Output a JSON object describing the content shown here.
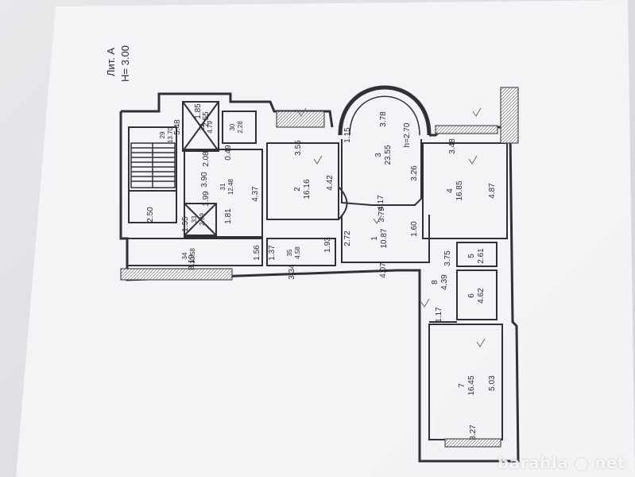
{
  "header": {
    "lit": "Лит. А",
    "height": "H= 3.00"
  },
  "rooms": [
    {
      "id": "r1",
      "num": "1",
      "area": "10.87"
    },
    {
      "id": "r2",
      "num": "2",
      "area": "16.16"
    },
    {
      "id": "r3",
      "num": "3",
      "area": "23.55",
      "h": "h=2.70"
    },
    {
      "id": "r4",
      "num": "4",
      "area": "16.85"
    },
    {
      "id": "r5",
      "num": "5",
      "area": "2.61"
    },
    {
      "id": "r6",
      "num": "6",
      "area": "4.62"
    },
    {
      "id": "r7",
      "num": "7",
      "area": "16.45"
    },
    {
      "id": "r8",
      "num": "8",
      "area": "4.39"
    },
    {
      "id": "r29",
      "num": "29",
      "area": "13.70"
    },
    {
      "id": "r30",
      "num": "30",
      "area": "2.28"
    },
    {
      "id": "r31",
      "num": "31",
      "area": "12.48"
    },
    {
      "id": "r32",
      "num": "32",
      "area": "4.79"
    },
    {
      "id": "r33",
      "num": "33",
      "area": "2.99"
    },
    {
      "id": "r34",
      "num": "34",
      "area": "10.58"
    },
    {
      "id": "r35",
      "num": "35",
      "area": "4.58"
    }
  ],
  "dimensions": [
    "3.78",
    "1.15",
    "3.26",
    "4.17",
    "3.55",
    "4.42",
    "3.48",
    "4.87",
    "3.79",
    "1.60",
    "2.72",
    "1.93",
    "4.07",
    "3.75",
    "1.17",
    "5.03",
    "3.27",
    "3.34",
    "1.37",
    "1.56",
    "4.37",
    "3.90",
    "2.08",
    "0.49",
    "1.81",
    "1.99",
    "1.55",
    "2.50",
    "5.48",
    "1.85",
    "2.55",
    "8.19"
  ],
  "watermark": "barahla ● net"
}
